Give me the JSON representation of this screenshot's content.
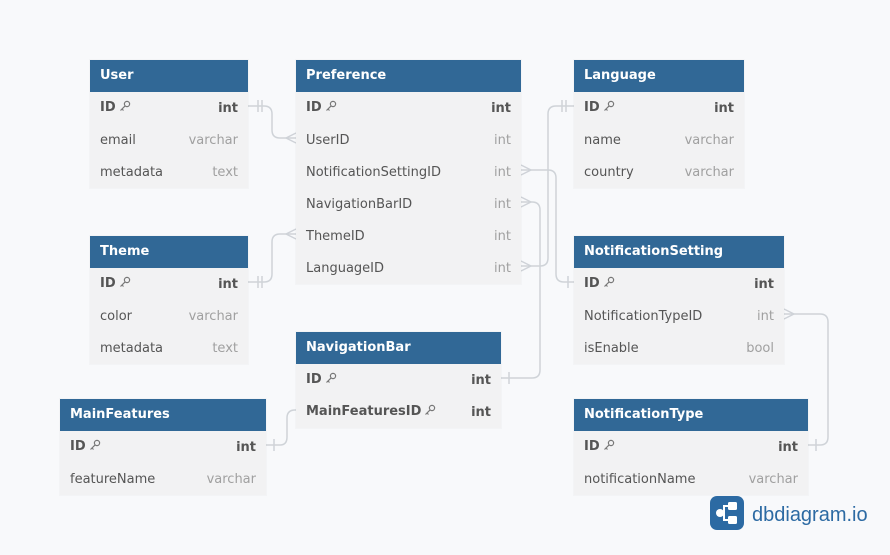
{
  "tables": {
    "user": {
      "name": "User",
      "fields": [
        {
          "name": "ID",
          "type": "int"
        },
        {
          "name": "email",
          "type": "varchar"
        },
        {
          "name": "metadata",
          "type": "text"
        }
      ]
    },
    "preference": {
      "name": "Preference",
      "fields": [
        {
          "name": "ID",
          "type": "int"
        },
        {
          "name": "UserID",
          "type": "int"
        },
        {
          "name": "NotificationSettingID",
          "type": "int"
        },
        {
          "name": "NavigationBarID",
          "type": "int"
        },
        {
          "name": "ThemeID",
          "type": "int"
        },
        {
          "name": "LanguageID",
          "type": "int"
        }
      ]
    },
    "language": {
      "name": "Language",
      "fields": [
        {
          "name": "ID",
          "type": "int"
        },
        {
          "name": "name",
          "type": "varchar"
        },
        {
          "name": "country",
          "type": "varchar"
        }
      ]
    },
    "theme": {
      "name": "Theme",
      "fields": [
        {
          "name": "ID",
          "type": "int"
        },
        {
          "name": "color",
          "type": "varchar"
        },
        {
          "name": "metadata",
          "type": "text"
        }
      ]
    },
    "notification_setting": {
      "name": "NotificationSetting",
      "fields": [
        {
          "name": "ID",
          "type": "int"
        },
        {
          "name": "NotificationTypeID",
          "type": "int"
        },
        {
          "name": "isEnable",
          "type": "bool"
        }
      ]
    },
    "navigation_bar": {
      "name": "NavigationBar",
      "fields": [
        {
          "name": "ID",
          "type": "int"
        },
        {
          "name": "MainFeaturesID",
          "type": "int"
        }
      ]
    },
    "main_features": {
      "name": "MainFeatures",
      "fields": [
        {
          "name": "ID",
          "type": "int"
        },
        {
          "name": "featureName",
          "type": "varchar"
        }
      ]
    },
    "notification_type": {
      "name": "NotificationType",
      "fields": [
        {
          "name": "ID",
          "type": "int"
        },
        {
          "name": "notificationName",
          "type": "varchar"
        }
      ]
    }
  },
  "logo": {
    "text": "dbdiagram.io"
  },
  "icons": {
    "primary_key": "key-icon",
    "logo": "dbdiagram-logo-icon"
  },
  "colors": {
    "header": "#316896",
    "body": "#f2f2f3",
    "connector": "#cfd3d8",
    "logo": "#2c6aa3"
  }
}
